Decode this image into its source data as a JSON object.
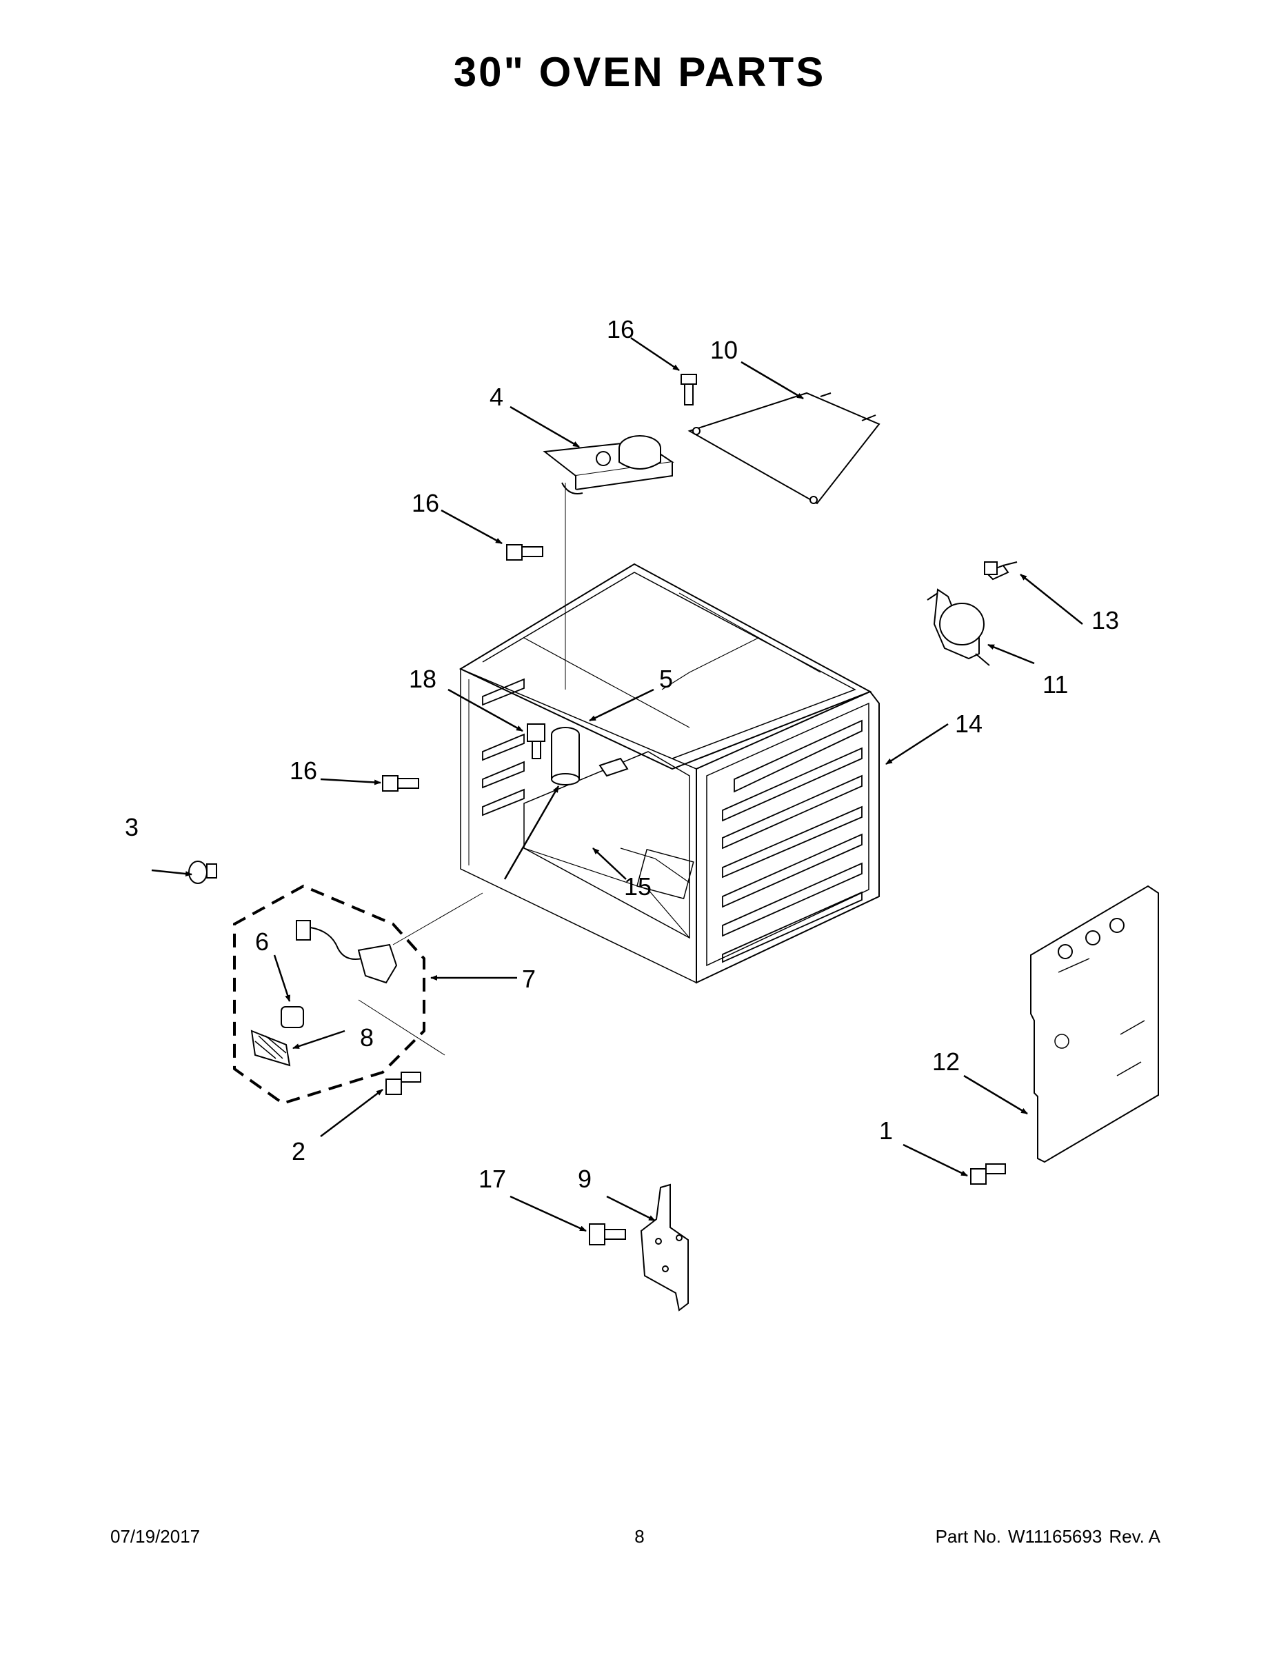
{
  "title": "30\" OVEN PARTS",
  "callouts": [
    {
      "id": "c1",
      "text": "1"
    },
    {
      "id": "c2",
      "text": "2"
    },
    {
      "id": "c3",
      "text": "3"
    },
    {
      "id": "c4",
      "text": "4"
    },
    {
      "id": "c5",
      "text": "5"
    },
    {
      "id": "c6",
      "text": "6"
    },
    {
      "id": "c7",
      "text": "7"
    },
    {
      "id": "c8",
      "text": "8"
    },
    {
      "id": "c9",
      "text": "9"
    },
    {
      "id": "c10",
      "text": "10"
    },
    {
      "id": "c11",
      "text": "11"
    },
    {
      "id": "c12",
      "text": "12"
    },
    {
      "id": "c13",
      "text": "13"
    },
    {
      "id": "c14",
      "text": "14"
    },
    {
      "id": "c15",
      "text": "15"
    },
    {
      "id": "c16a",
      "text": "16"
    },
    {
      "id": "c16b",
      "text": "16"
    },
    {
      "id": "c16c",
      "text": "16"
    },
    {
      "id": "c17",
      "text": "17"
    },
    {
      "id": "c18",
      "text": "18"
    }
  ],
  "footer": {
    "date": "07/19/2017",
    "page": "8",
    "part_label": "Part No.",
    "part_number": "W11165693",
    "revision": "Rev.  A"
  }
}
